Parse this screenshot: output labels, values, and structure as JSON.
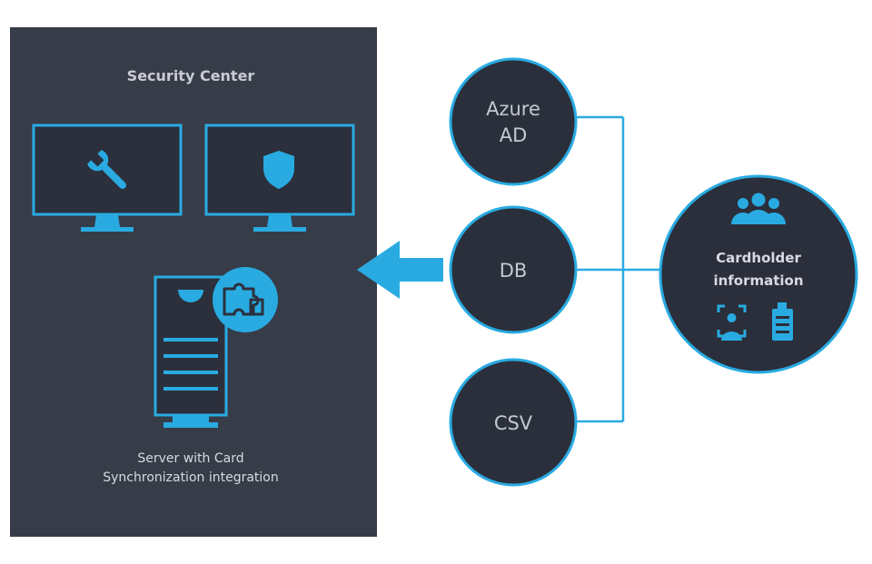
{
  "security_center": {
    "title": "Security Center",
    "server_caption": [
      "Server with Card",
      "Synchronization integration"
    ]
  },
  "sources": [
    {
      "lines": [
        "Azure",
        "AD"
      ]
    },
    {
      "lines": [
        "DB"
      ]
    },
    {
      "lines": [
        "CSV"
      ]
    }
  ],
  "cardholder": {
    "lines": [
      "Cardholder",
      "information"
    ]
  },
  "colors": {
    "panel": "#373c49",
    "node_fill": "#2a2f3b",
    "accent": "#29abe2",
    "monitor_fill": "#2b303c"
  },
  "icons": [
    "wrench-icon",
    "shield-icon",
    "puzzle-icon",
    "people-group-icon",
    "face-id-icon",
    "id-badge-icon",
    "arrow-left-icon"
  ]
}
